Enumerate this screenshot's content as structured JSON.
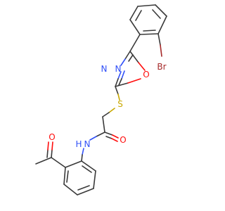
{
  "molecule": {
    "colors": {
      "carbon": "#3a3a3a",
      "nitrogen": "#3050f8",
      "oxygen": "#ff0d0d",
      "sulfur": "#c8a800",
      "bromine": "#a62929",
      "background": "#ffffff"
    },
    "labels": {
      "ring_n1": "N",
      "ring_n2": "N",
      "ring_o": "O",
      "sulfur": "S",
      "bromine": "Br",
      "amide_o": "O",
      "amide_n": "N",
      "amide_h": "H",
      "acetyl_o": "O"
    }
  }
}
